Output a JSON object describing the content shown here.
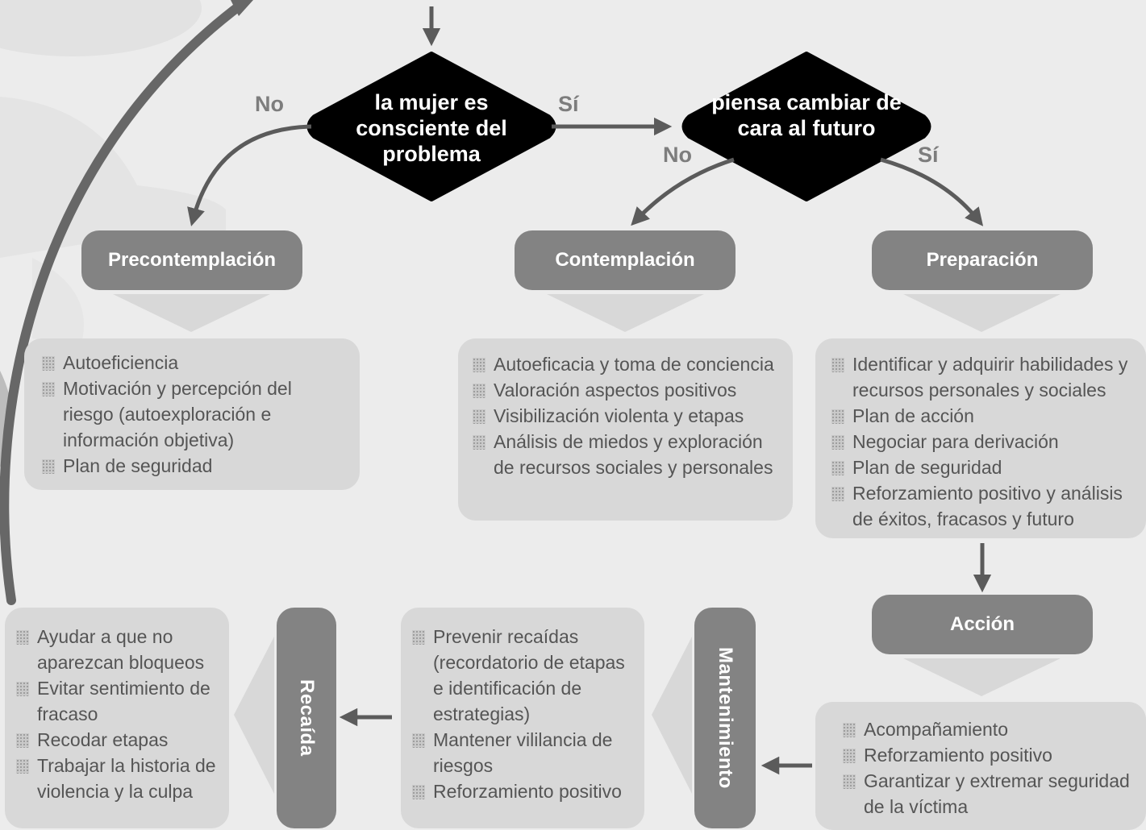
{
  "decisions": {
    "first": "la mujer es consciente del problema",
    "second": "piensa cambiar de cara al futuro"
  },
  "branch_labels": {
    "first_no": "No",
    "first_si": "Sí",
    "second_no": "No",
    "second_si": "Sí"
  },
  "stages": {
    "precontemplacion": "Precontemplación",
    "contemplacion": "Contemplación",
    "preparacion": "Preparación",
    "accion": "Acción",
    "mantenimiento": "Mantenimiento",
    "recaida": "Recaída"
  },
  "lists": {
    "precontemplacion": [
      "Autoeficiencia",
      "Motivación y percepción del riesgo (autoexploración e información objetiva)",
      "Plan de seguridad"
    ],
    "contemplacion": [
      "Autoeficacia y toma de conciencia",
      "Valoración aspectos positivos",
      "Visibilización violenta y etapas",
      "Análisis de miedos y exploración de recursos sociales y personales"
    ],
    "preparacion": [
      "Identificar y adquirir habilidades y recursos personales y sociales",
      "Plan de acción",
      "Negociar para derivación",
      "Plan de seguridad",
      "Reforzamiento positivo y análisis de éxitos, fracasos y futuro"
    ],
    "accion": [
      "Acompañamiento",
      "Reforzamiento positivo",
      "Garantizar y extremar seguridad de la víctima"
    ],
    "mantenimiento": [
      "Prevenir recaídas (recordatorio de etapas e identificación de estrategias)",
      "Mantener vililancia de riesgos",
      "Reforzamiento positivo"
    ],
    "recaida": [
      "Ayudar a que no aparezcan bloqueos",
      "Evitar sentimiento de fracaso",
      "Recodar etapas",
      "Trabajar la historia de violencia y la culpa"
    ]
  }
}
